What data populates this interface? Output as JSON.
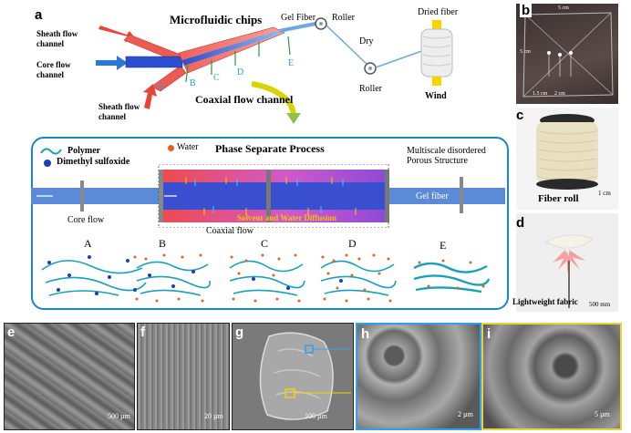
{
  "panel_a": {
    "letter": "a",
    "title": "Microfluidic chips",
    "sheath_flow_top": "Sheath flow\nchannel",
    "core_flow": "Core flow\nchannel",
    "sheath_flow_bottom": "Sheath flow\nchannel",
    "coaxial": "Coaxial flow channel",
    "gel_fiber": "Gel Fiber",
    "roller_top": "Roller",
    "dry": "Dry",
    "dried_fiber": "Dried fiber",
    "roller_bottom": "Roller",
    "wind": "Wind",
    "stations": [
      "A",
      "B",
      "C",
      "D",
      "E"
    ]
  },
  "process": {
    "title": "Phase Separate Process",
    "polymer": "Polymer",
    "dmso": "Dimethyl sulfoxide",
    "water": "Water",
    "porous": "Multiscale disordered\nPorous Structure",
    "core_flow": "Core flow",
    "gel_fiber": "Gel fiber",
    "coaxial_flow": "Coaxial flow",
    "diffusion": "Solvent and Water Diffusion",
    "stages": [
      "A",
      "B",
      "C",
      "D",
      "E"
    ]
  },
  "panel_b": {
    "letter": "b",
    "dim_top": "5 cm",
    "dim_left": "5 cm",
    "dim_b1": "1.5 cm",
    "dim_b2": "2 cm"
  },
  "panel_c": {
    "letter": "c",
    "caption": "Fiber roll",
    "scale": "1 cm"
  },
  "panel_d": {
    "letter": "d",
    "caption": "Lightweight fabric",
    "scale": "500 mm"
  },
  "panel_e": {
    "letter": "e",
    "scale": "500 µm"
  },
  "panel_f": {
    "letter": "f",
    "scale": "20 µm"
  },
  "panel_g": {
    "letter": "g",
    "scale": "100 µm"
  },
  "panel_h": {
    "letter": "h",
    "scale": "2 µm"
  },
  "panel_i": {
    "letter": "i",
    "scale": "5 µm"
  },
  "colors": {
    "red_channel": "#e8443c",
    "blue_channel": "#2b4fcf",
    "gel_fiber": "#6fa8e0",
    "border_blue": "#1a86c8",
    "border_yellow": "#e8d23a",
    "diffusion_text": "#f5c400"
  }
}
